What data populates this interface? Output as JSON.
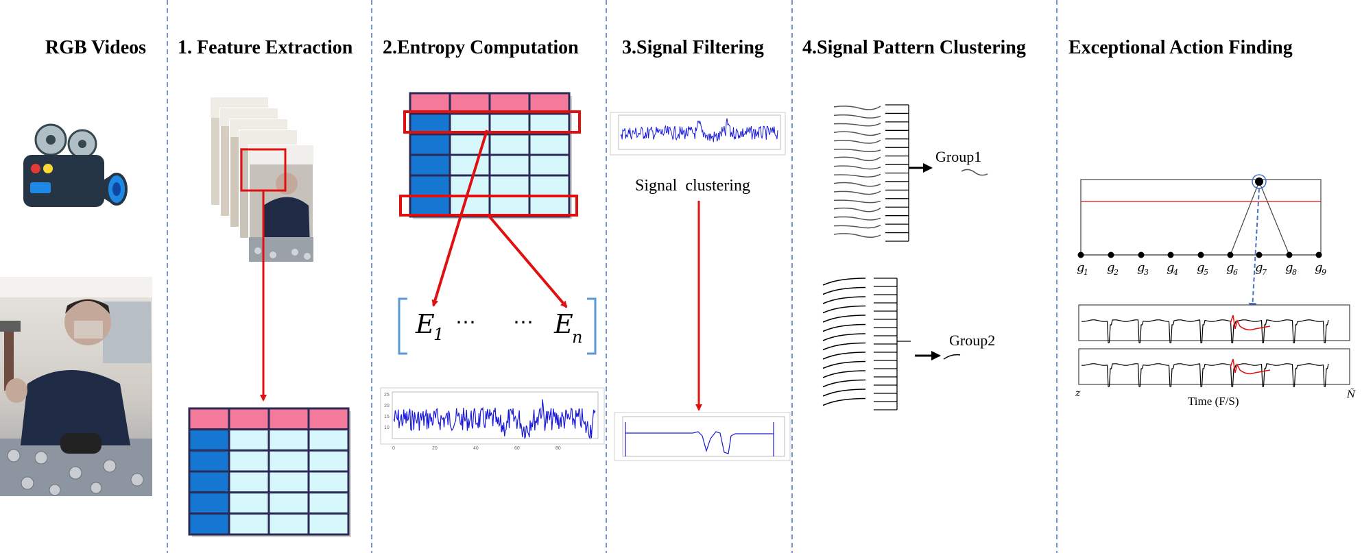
{
  "headers": {
    "rgb": "RGB Videos",
    "feature": "1. Feature Extraction",
    "entropy": "2.Entropy Computation",
    "filtering": "3.Signal Filtering",
    "clustering": "4.Signal Pattern Clustering",
    "exceptional": "Exceptional Action Finding"
  },
  "entropy": {
    "e1": "E",
    "e1_sub": "1",
    "en": "E",
    "en_sub": "n",
    "dots1": "⋯",
    "dots2": "⋯"
  },
  "filtering": {
    "clustering_label": "Signal  clustering"
  },
  "clustering": {
    "group1": "Group1",
    "group2": "Group2"
  },
  "exceptional": {
    "g_labels": [
      "g",
      "g",
      "g",
      "g",
      "g",
      "g",
      "g",
      "g",
      "g"
    ],
    "g_subs": [
      "1",
      "2",
      "3",
      "4",
      "5",
      "6",
      "7",
      "8",
      "9"
    ],
    "axis_start": "z",
    "axis_end": "Ñ",
    "xlabel": "Time (F/S)"
  },
  "colors": {
    "divider": "#4472c4",
    "arrow_red": "#e01010",
    "table_pink": "#f47a9b",
    "table_blue": "#1577d2",
    "table_cell": "#d6f7fc",
    "table_border": "#2a2a55",
    "signal_blue": "#1a1ad8",
    "dashed_arrow": "#4472c4"
  },
  "icons": {
    "camera": "video-camera-icon",
    "frames": "video-frames-icon",
    "photo": "person-photo-icon"
  }
}
